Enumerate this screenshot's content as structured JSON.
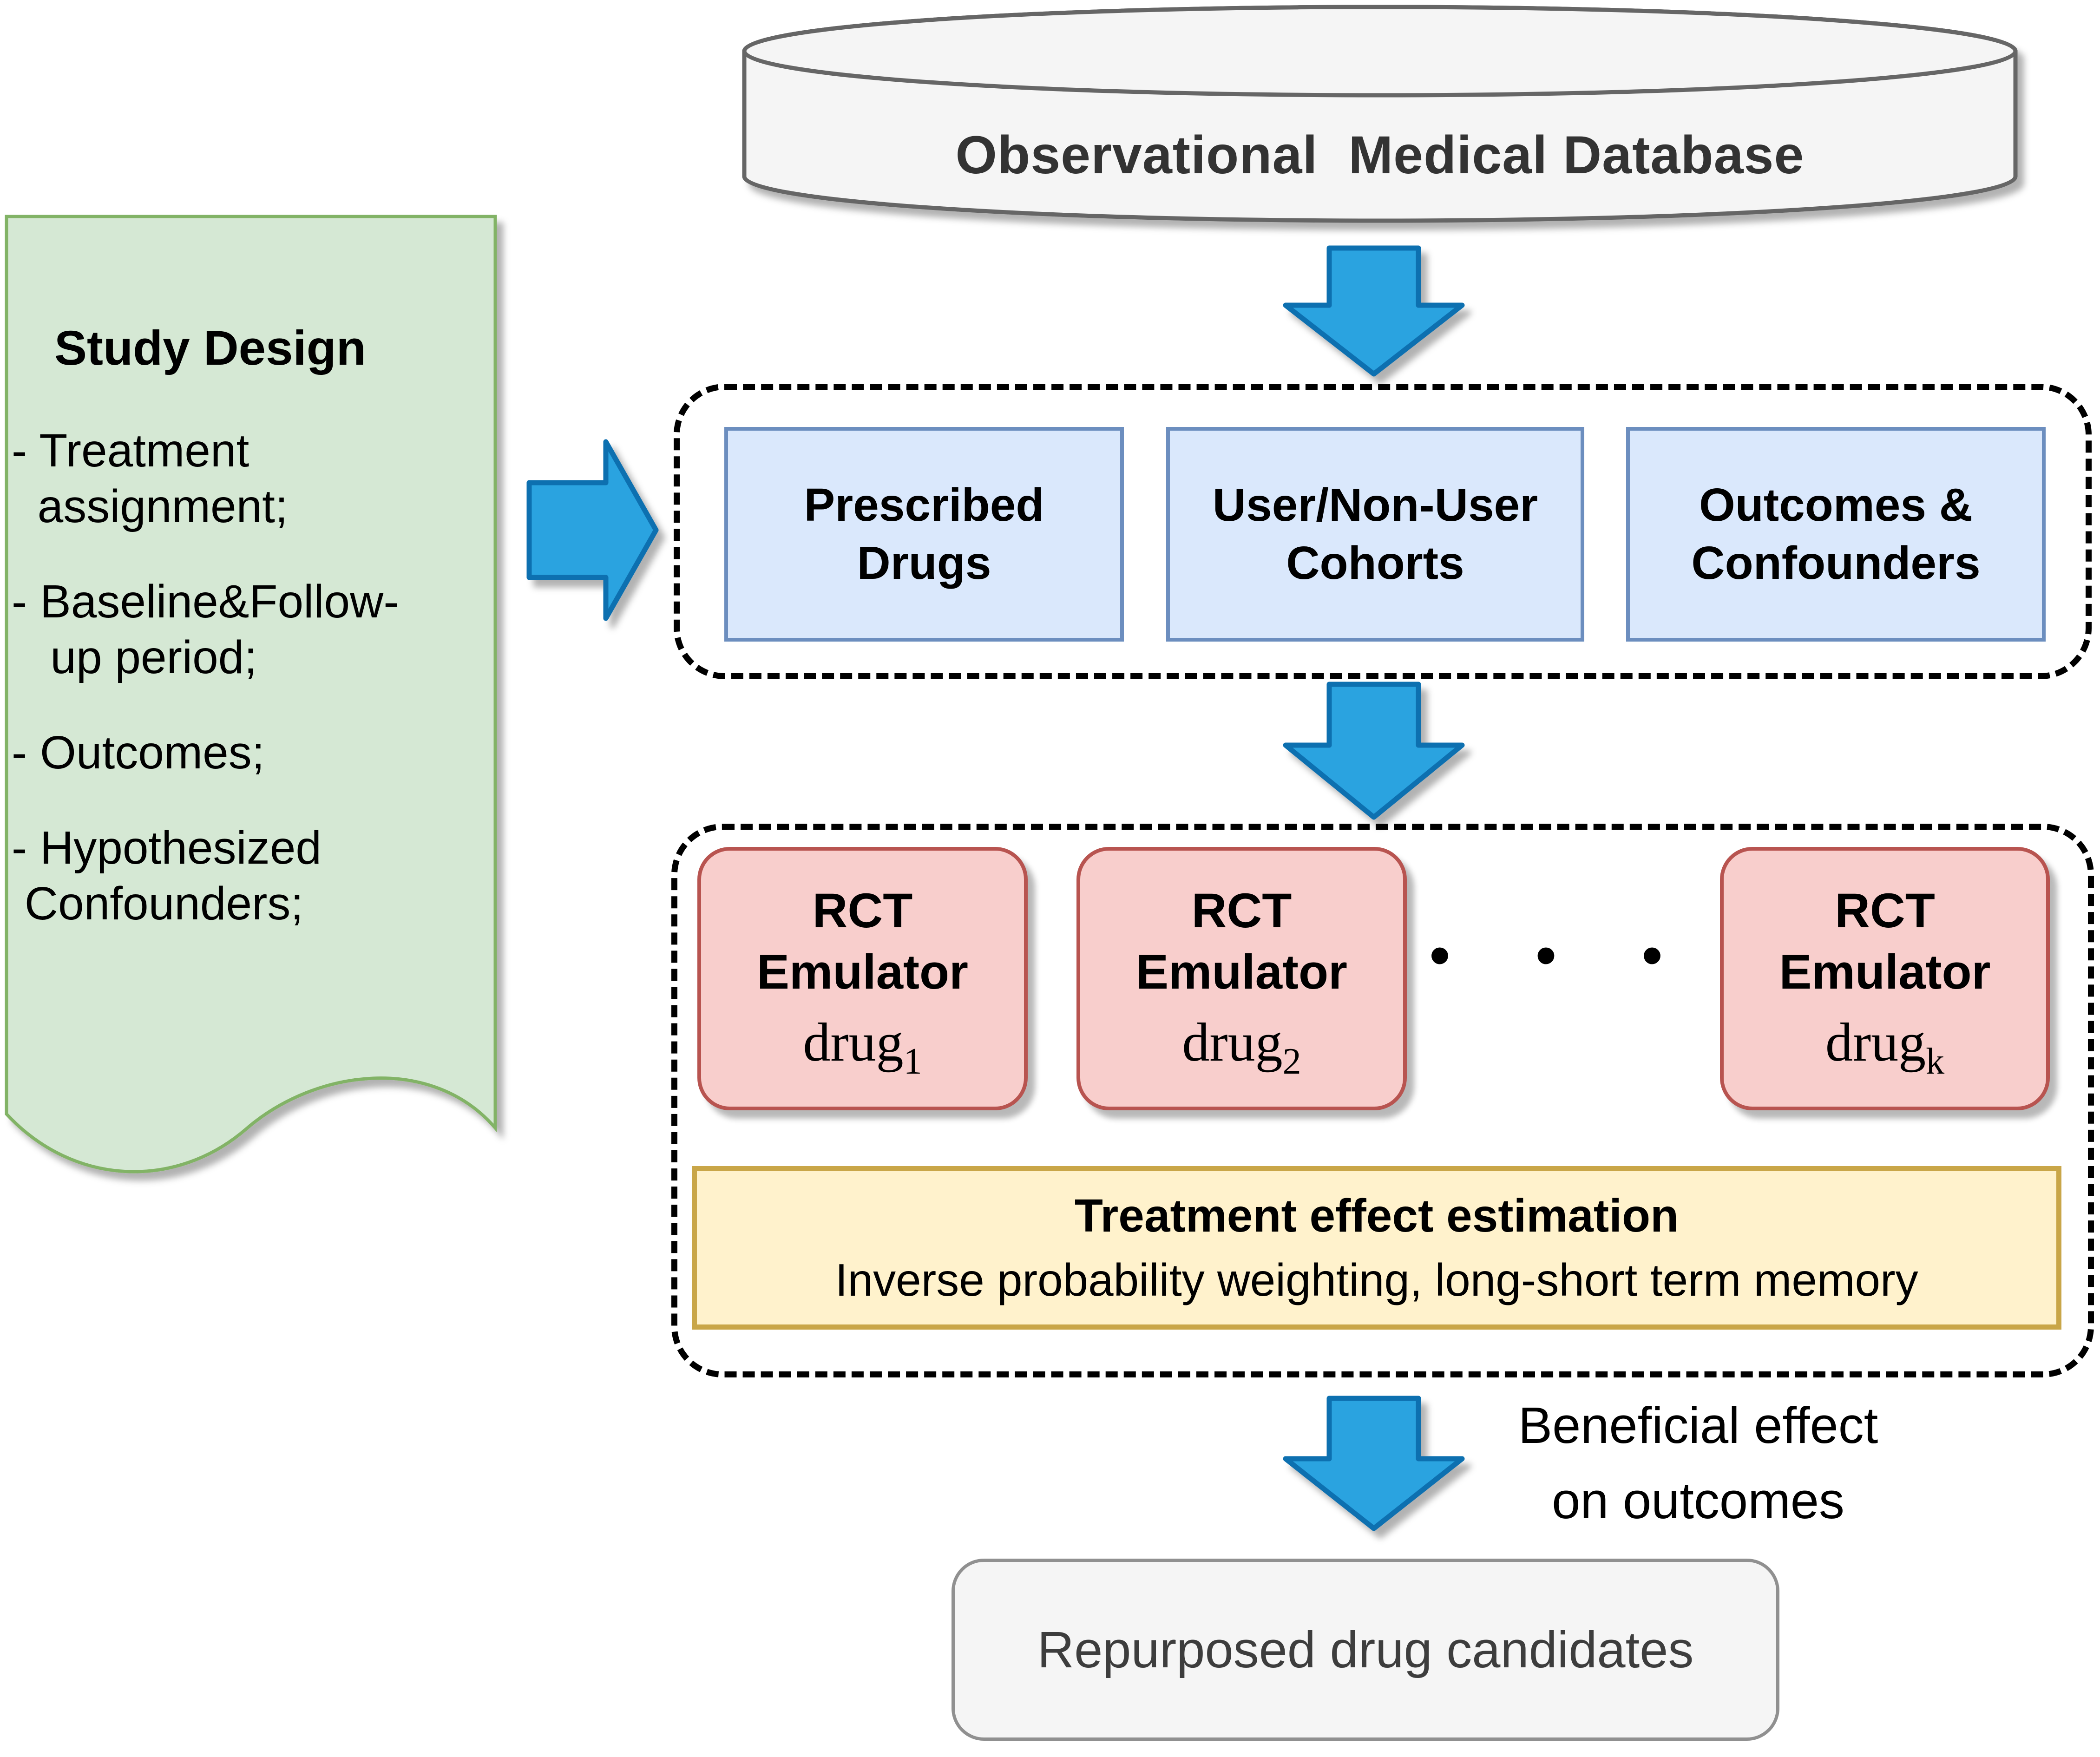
{
  "colors": {
    "green_fill": "#d5e8d4",
    "green_border": "#82b366",
    "blue_fill": "#dae8fc",
    "blue_border": "#6c8ebf",
    "pink_fill": "#f8cecc",
    "pink_border": "#b85450",
    "yellow_fill": "#fff2cc",
    "yellow_border": "#c9a648",
    "gray_fill": "#f5f5f5",
    "gray_border": "#909090",
    "cylinder_fill": "#f5f5f5",
    "cylinder_border": "#666666",
    "arrow_fill": "#2ba3e0",
    "arrow_border": "#0f6fb0",
    "cylinder_text": "#333333",
    "result_text": "#3d3d3d"
  },
  "database": {
    "label": "Observational  Medical Database"
  },
  "study_design": {
    "title": "Study Design",
    "items": [
      "- Treatment\n  assignment;",
      "- Baseline&Follow-\n   up period;",
      "- Outcomes;",
      "- Hypothesized\n Confounders;"
    ]
  },
  "cohort_extraction": {
    "boxes": [
      {
        "label": "Prescribed\nDrugs"
      },
      {
        "label": "User/Non-User\nCohorts"
      },
      {
        "label": "Outcomes &\nConfounders"
      }
    ]
  },
  "emulation": {
    "emulators": [
      {
        "line1": "RCT",
        "line2": "Emulator",
        "drug": "drug",
        "subscript": "1"
      },
      {
        "line1": "RCT",
        "line2": "Emulator",
        "drug": "drug",
        "subscript": "2"
      },
      {
        "line1": "RCT",
        "line2": "Emulator",
        "drug": "drug",
        "subscript": "k"
      }
    ],
    "ellipsis": "• • •",
    "estimation": {
      "title": "Treatment effect estimation",
      "subtitle": "Inverse probability weighting, long-short term memory"
    }
  },
  "outcome": {
    "arrow_caption": "Beneficial effect\non outcomes",
    "result_label": "Repurposed drug candidates"
  }
}
